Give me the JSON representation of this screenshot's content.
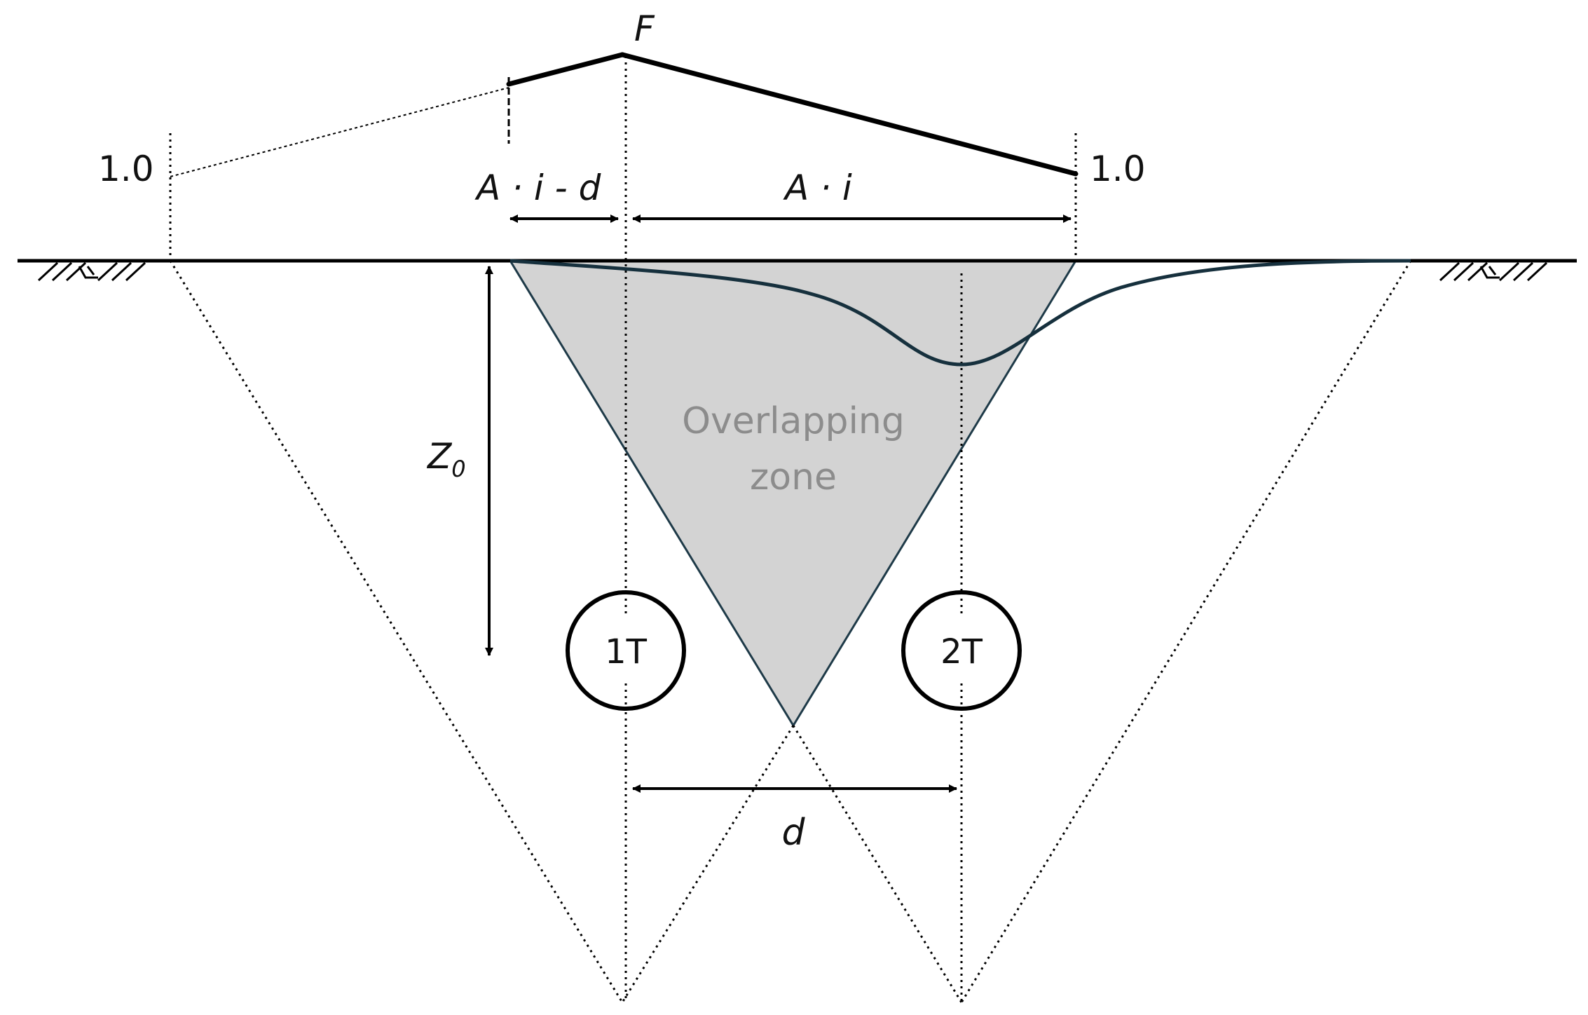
{
  "labels": {
    "peak": "F",
    "left_one": "1.0",
    "right_one": "1.0",
    "left_dim": "A · i - d",
    "right_dim": "A · i",
    "depth_main": "Z",
    "depth_sub": "0",
    "zone_line1": "Overlapping",
    "zone_line2": "zone",
    "tunnel_1": "1T",
    "tunnel_2": "2T",
    "spacing": "d"
  },
  "colors": {
    "ink": "#000000",
    "overlap_fill": "#d3d3d3",
    "settlement_curve": "#16303d",
    "zone_text": "#8c8c8c"
  }
}
